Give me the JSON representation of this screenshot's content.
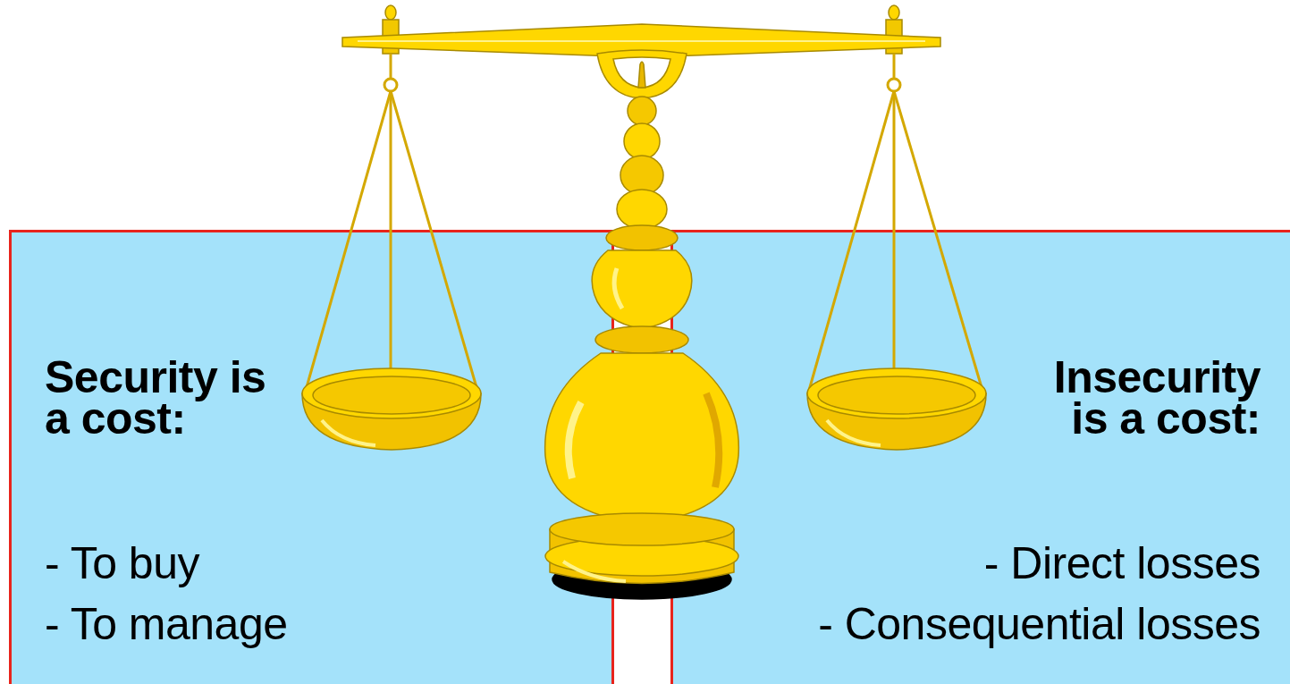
{
  "diagram": {
    "nodes": [
      {
        "text": [
          "Security is a cost:",
          "- To buy",
          "- To manage"
        ]
      },
      {
        "text": [
          "Insecurity is a cost:",
          "- Direct losses",
          "- Consequential losses"
        ]
      }
    ]
  }
}
